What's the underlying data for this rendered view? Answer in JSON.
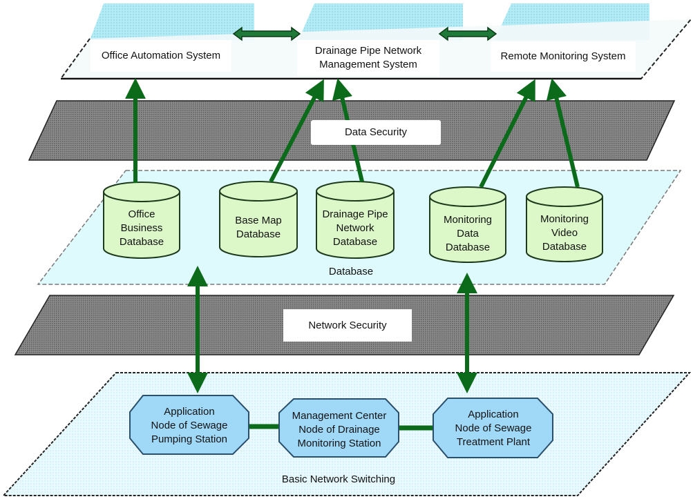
{
  "colors": {
    "arrow_green": "#0b6b1a",
    "arrow_highlight": "#2fa84a",
    "app_tab_cyan": "#a8e4f0",
    "app_plane_fill": "#f6fbfc",
    "security_plane_gray": "#777777",
    "database_plane_fill": "#dffafc",
    "cylinder_fill": "#dcf8c8",
    "network_plane_fill": "#e6f8fc",
    "node_fill": "#a0d8f8",
    "node_stroke": "#2a4f6b"
  },
  "layers": {
    "application": {
      "systems": [
        {
          "label": "Office Automation System"
        },
        {
          "label": "Drainage Pipe Network\nManagement System"
        },
        {
          "label": "Remote Monitoring System"
        }
      ]
    },
    "data_security": {
      "label": "Data Security"
    },
    "database": {
      "label": "Database",
      "databases": [
        {
          "label": "Office\nBusiness\nDatabase"
        },
        {
          "label": "Base Map\nDatabase"
        },
        {
          "label": "Drainage Pipe\nNetwork\nDatabase"
        },
        {
          "label": "Monitoring\nData\nDatabase"
        },
        {
          "label": "Monitoring\nVideo\nDatabase"
        }
      ]
    },
    "network_security": {
      "label": "Network Security"
    },
    "network": {
      "label": "Basic Network Switching",
      "nodes": [
        {
          "label": "Application\nNode of Sewage\nPumping Station"
        },
        {
          "label": "Management Center\nNode of Drainage\nMonitoring Station"
        },
        {
          "label": "Application\nNode of Sewage\nTreatment Plant"
        }
      ]
    }
  },
  "connections": [
    {
      "from": "Office Business Database",
      "to": "Office Automation System"
    },
    {
      "from": "Base Map Database",
      "to": "Drainage Pipe Network Management System"
    },
    {
      "from": "Drainage Pipe Network Database",
      "to": "Drainage Pipe Network Management System"
    },
    {
      "from": "Monitoring Data Database",
      "to": "Remote Monitoring System"
    },
    {
      "from": "Monitoring Video Database",
      "to": "Remote Monitoring System"
    },
    {
      "from": "Office Automation System",
      "to": "Drainage Pipe Network Management System",
      "bidirectional": true
    },
    {
      "from": "Drainage Pipe Network Management System",
      "to": "Remote Monitoring System",
      "bidirectional": true
    },
    {
      "from": "Application Node of Sewage Pumping Station",
      "to": "Database",
      "bidirectional": true
    },
    {
      "from": "Application Node of Sewage Treatment Plant",
      "to": "Database",
      "bidirectional": true
    },
    {
      "from": "Application Node of Sewage Pumping Station",
      "to": "Management Center Node of Drainage Monitoring Station"
    },
    {
      "from": "Management Center Node of Drainage Monitoring Station",
      "to": "Application Node of Sewage Treatment Plant"
    }
  ]
}
